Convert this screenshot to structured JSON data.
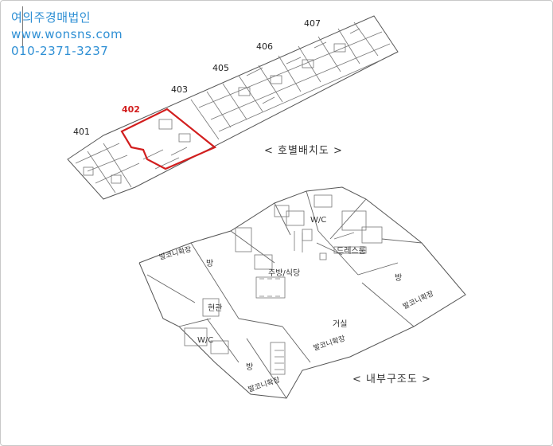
{
  "watermark": {
    "company": "여의주경매법인",
    "website": "www.wonsns.com",
    "phone": "010-2371-3237"
  },
  "site_plan": {
    "units": [
      {
        "label": "401",
        "selected": false
      },
      {
        "label": "402",
        "selected": true
      },
      {
        "label": "403",
        "selected": false
      },
      {
        "label": "405",
        "selected": false
      },
      {
        "label": "406",
        "selected": false
      },
      {
        "label": "407",
        "selected": false
      }
    ],
    "caption": "< 호별배치도 >"
  },
  "floor_plan": {
    "rooms": {
      "wc_top": "W/C",
      "dress_room": "드레스룸",
      "balcony_top_left": "발코니확장",
      "room_left": "방",
      "kitchen": "주방/식당",
      "room_right": "방",
      "entrance": "현관",
      "balcony_right": "발코니확장",
      "living": "거실",
      "wc_bottom": "W/C",
      "balcony_bottom_center": "발코니확장",
      "room_bottom": "방",
      "balcony_bottom": "발코니확장"
    },
    "caption": "< 내부구조도 >"
  },
  "colors": {
    "watermark": "#2e8fd4",
    "selected_unit": "#d21e1e",
    "line": "#555555"
  }
}
